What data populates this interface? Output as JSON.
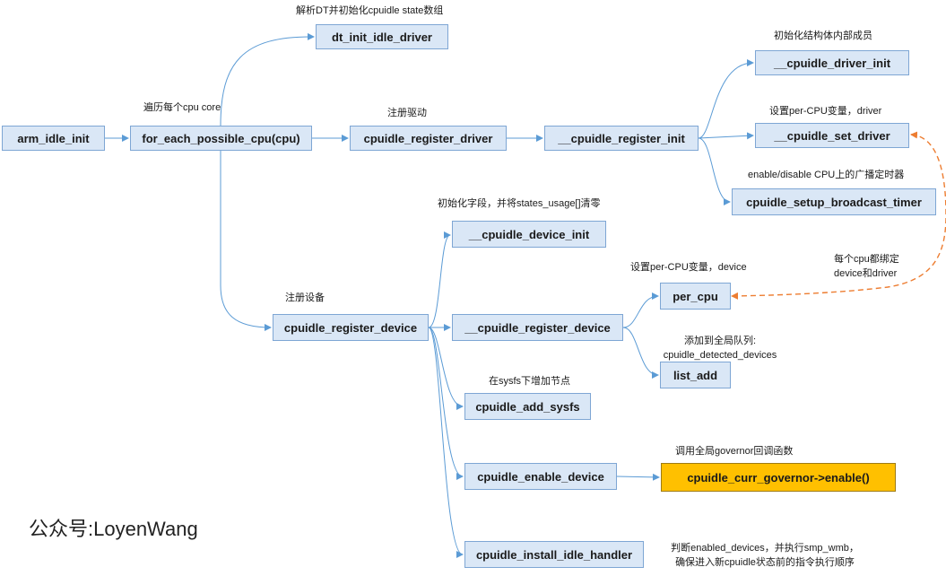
{
  "nodes": {
    "arm_idle_init": "arm_idle_init",
    "for_each_possible_cpu": "for_each_possible_cpu(cpu)",
    "dt_init_idle_driver": "dt_init_idle_driver",
    "cpuidle_register_driver": "cpuidle_register_driver",
    "__cpuidle_register_init": "__cpuidle_register_init",
    "__cpuidle_driver_init": "__cpuidle_driver_init",
    "__cpuidle_set_driver": "__cpuidle_set_driver",
    "cpuidle_setup_broadcast_timer": "cpuidle_setup_broadcast_timer",
    "__cpuidle_device_init": "__cpuidle_device_init",
    "cpuidle_register_device": "cpuidle_register_device",
    "__cpuidle_register_device": "__cpuidle_register_device",
    "per_cpu": "per_cpu",
    "list_add": "list_add",
    "cpuidle_add_sysfs": "cpuidle_add_sysfs",
    "cpuidle_enable_device": "cpuidle_enable_device",
    "cpuidle_curr_governor_enable": "cpuidle_curr_governor->enable()",
    "cpuidle_install_idle_handler": "cpuidle_install_idle_handler"
  },
  "notes": {
    "dt_init": "解析DT并初始化cpuidle state数组",
    "foreach": "遍历每个cpu core",
    "register_driver": "注册驱动",
    "driver_init": "初始化结构体内部成员",
    "set_driver": "设置per-CPU变量，driver",
    "broadcast": "enable/disable CPU上的广播定时器",
    "device_init": "初始化字段，并将states_usage[]清零",
    "register_device": "注册设备",
    "per_cpu_device": "设置per-CPU变量，device",
    "bind_line1": "每个cpu都绑定",
    "bind_line2": "device和driver",
    "list_add_line1": "添加到全局队列:",
    "list_add_line2": "cpuidle_detected_devices",
    "sysfs": "在sysfs下增加节点",
    "governor": "调用全局governor回调函数",
    "install_line1": "判断enabled_devices，并执行smp_wmb，",
    "install_line2": "确保进入新cpuidle状态前的指令执行顺序"
  },
  "watermark": "公众号:LoyenWang",
  "colors": {
    "node_fill": "#dae7f6",
    "node_border": "#7ea6d4",
    "edge": "#5b9bd5",
    "highlight": "#ffc000",
    "dashed_edge": "#ed7d31"
  }
}
